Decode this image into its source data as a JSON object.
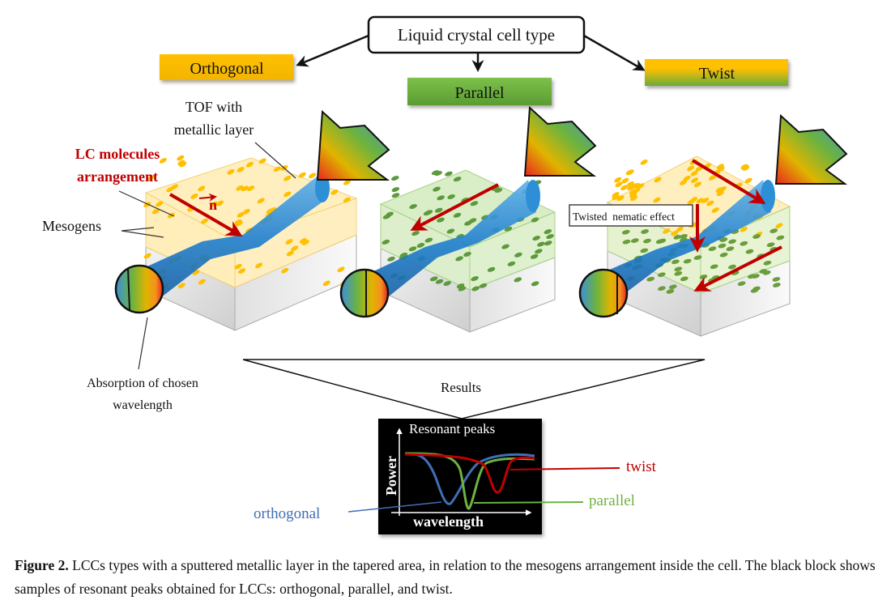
{
  "title": "Liquid crystal cell type",
  "cell_types": [
    {
      "label": "Orthogonal",
      "color_top": "#ffc000",
      "color_bottom": "#f5b800"
    },
    {
      "label": "Parallel",
      "color_top": "#7cbf45",
      "color_bottom": "#5fa032"
    },
    {
      "label": "Twist",
      "color_top": "#ffc000",
      "color_bottom": "#6aab3a"
    }
  ],
  "annotations": {
    "tof": [
      "TOF with",
      "metallic layer"
    ],
    "lc_arrangement": [
      "LC molecules",
      "arrangement"
    ],
    "director": "n",
    "mesogens": "Mesogens",
    "absorption": [
      "Absorption of chosen",
      "wavelength"
    ],
    "twisted_nematic": "Twisted  nematic effect",
    "results": "Results"
  },
  "results_plot": {
    "title": "Resonant peaks",
    "ylabel": "Power",
    "xlabel": "wavelength",
    "series": [
      {
        "name": "orthogonal",
        "color": "#3f6fb5"
      },
      {
        "name": "parallel",
        "color": "#6cb33f"
      },
      {
        "name": "twist",
        "color": "#c00000"
      }
    ]
  },
  "colors": {
    "accent_red": "#c00000",
    "fiber_blue": "#2d8fd6",
    "mesogen_yellow": "#ffc000",
    "mesogen_green": "#5c9a3c"
  },
  "caption": {
    "label": "Figure 2.",
    "text": " LCCs types with a sputtered metallic layer in the tapered area, in relation to the mesogens arrangement inside the cell. The black block shows samples of resonant peaks obtained for LCCs: orthogonal, parallel, and twist."
  }
}
